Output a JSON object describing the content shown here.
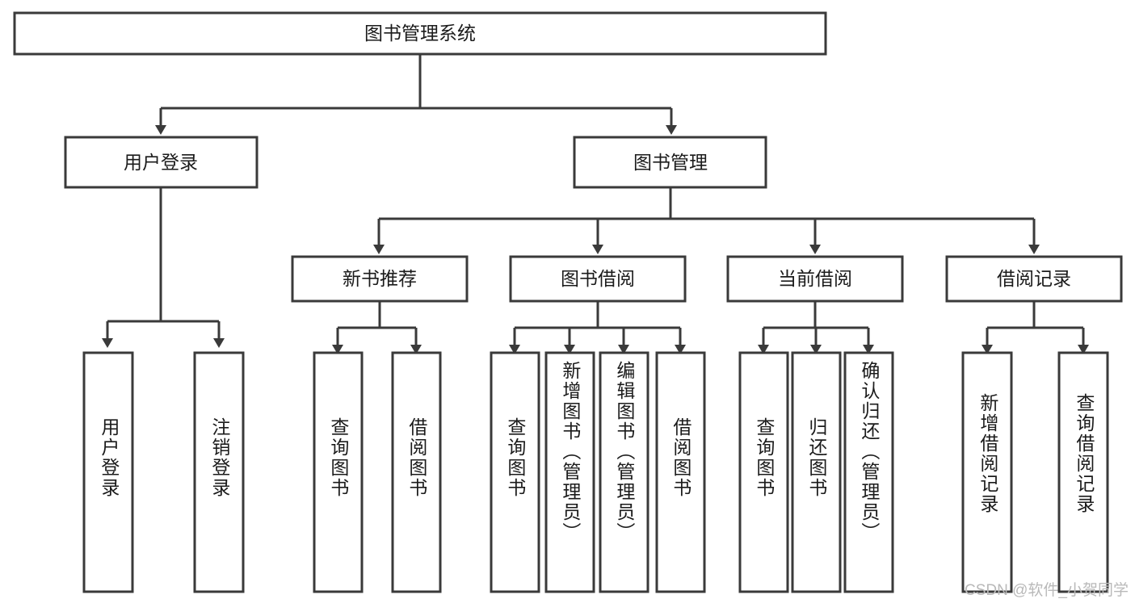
{
  "diagram": {
    "title": "图书管理系统",
    "type": "tree-hierarchy",
    "watermark": "CSDN @软件_小贺同学",
    "colors": {
      "stroke": "#3a3a3a",
      "fill": "#ffffff",
      "text": "#1b1b1b",
      "watermark": "#b9b9b9"
    },
    "root": {
      "label": "图书管理系统"
    },
    "level2": [
      {
        "label": "用户登录"
      },
      {
        "label": "图书管理"
      }
    ],
    "level3": [
      {
        "label": "新书推荐"
      },
      {
        "label": "图书借阅"
      },
      {
        "label": "当前借阅"
      },
      {
        "label": "借阅记录"
      }
    ],
    "leaves": {
      "user_login": [
        {
          "label": "用户登录"
        },
        {
          "label": "注销登录"
        }
      ],
      "new_book_recommend": [
        {
          "label": "查询图书"
        },
        {
          "label": "借阅图书"
        }
      ],
      "book_borrow": [
        {
          "label": "查询图书"
        },
        {
          "label": "新增图书（管理员）"
        },
        {
          "label": "编辑图书（管理员）"
        },
        {
          "label": "借阅图书"
        }
      ],
      "current_borrow": [
        {
          "label": "查询图书"
        },
        {
          "label": "归还图书"
        },
        {
          "label": "确认归还（管理员）"
        }
      ],
      "borrow_record": [
        {
          "label": "新增借阅记录"
        },
        {
          "label": "查询借阅记录"
        }
      ]
    }
  }
}
